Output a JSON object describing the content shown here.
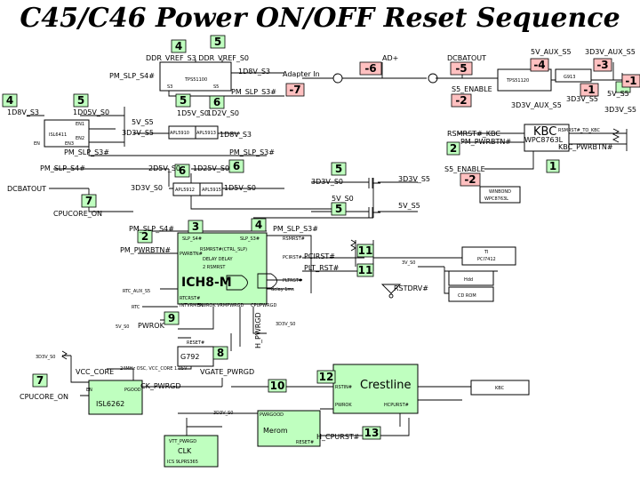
{
  "title": "C45/C46 Power ON/OFF Reset Sequence",
  "steps": {
    "s4_top": "4",
    "s5_top": "5",
    "s4_left": "4",
    "s5_left": "5",
    "s5_mid": "5",
    "s6_mid": "6",
    "s7_left": "7",
    "s6_b": "6",
    "s6_c": "6",
    "s5_center": "5",
    "s7_cpu": "7",
    "s5_vo": "5",
    "s3": "3",
    "s4_b": "4",
    "s2": "2",
    "s11_a": "11",
    "s11_b": "11",
    "s9": "9",
    "s8": "8",
    "s7_vcc": "7",
    "s10": "10",
    "s12": "12",
    "s13": "13",
    "neg6": "-6",
    "neg7": "-7",
    "neg5": "-5",
    "neg2_a": "-2",
    "neg4": "-4",
    "neg3": "-3",
    "neg1_a": "-1",
    "neg1_b": "-1",
    "kbc_2": "2",
    "kbc_1": "1",
    "neg2_b": "-2",
    "s5_sw": "5"
  },
  "labels": {
    "ddr_vref": "DDR_VREF_S3 DDR_VREF_S0",
    "pm_slp_s4_a": "PM_SLP_S4#",
    "tps51100": "TPS51100",
    "v1d8_s3_a": "1D8V_S3",
    "s3_pin": "S3",
    "s5_pin": "S5",
    "pm_slp_s3_a": "PM_SLP_S3#",
    "adapter_in": "Adapter In",
    "ad_plus": "AD+",
    "dcbatout_a": "DCBATOUT",
    "v5_aux_s5": "5V_AUX_S5",
    "v3d3_aux_s5_a": "3D3V_AUX_S5",
    "tps51120_a": "TPS51120",
    "s5_enable_a": "S5_ENABLE",
    "g913": "G913",
    "v5_s5_r": "5V_S5",
    "v3d3_s5_r": "3D3V_S5",
    "v3d3_aux_s5_b": "3D3V_AUX_S5",
    "v3d3_s5_r2": "3D3V_S5",
    "v1d8_s3_b": "1D8V_S3",
    "v1d05_s0": "1D05V_S0",
    "v1d5_s0": "1D5V_S0",
    "v1d2_s0": "1D2V_S0",
    "isl6411": "ISL6411",
    "pin_en1": "EN1",
    "pin_en2": "EN2",
    "pin_en3": "EN3",
    "pin_en": "EN",
    "v5_s5_m": "5V_S5",
    "v3d3_s5_m": "3D3V_S5",
    "apl5910_a": "APL5910",
    "apl5913": "APL5913",
    "v1d8_s3_c": "1D8V_S3",
    "pm_slp_s3_b": "PM_SLP_S3#",
    "pm_slp_s3_c": "PM_SLP_S3#",
    "pm_slp_s4_b": "PM_SLP_S4#",
    "v2d5_s0": "2D5V_S0",
    "v1d25_s0": "1D25V_S0",
    "v3d3_s0": "3D3V_S0",
    "apl5912": "APL5912",
    "apl5915": "APL5915",
    "v1d5_s0_b": "1D5V_S0",
    "dcbatout_b": "DCBATOUT",
    "cpucore_on_a": "CPUCORE_ON",
    "v3d3_s0_b": "3D3V_S0",
    "v3d3_s5_sw": "3D3V_S5",
    "v5_s0": "5V_S0",
    "v5_s5_sw": "5V_S5",
    "rsmrst_kbc": "RSMRST#_KBC",
    "pm_pwrbtn": "PM_PWRBTN#",
    "kbc": "KBC",
    "wpc8763l": "WPC8763L",
    "rsmrst_to_kbc": "RSMRST#_TO_KBC",
    "kbc_pwrbtn": "KBC_PWRBTN#",
    "s5_enable_b": "S5_ENABLE",
    "winbond": "WINBOND",
    "winbond_part": "WPC8763L",
    "pm_slp_s4_c": "PM_SLP_S4#",
    "pm_slp_s3_d": "PM_SLP_S3#",
    "slp_s4": "SLP_S4#",
    "slp_s3": "SLP_S3#",
    "pwrbtn_pin": "PWRBTN#",
    "pm_pwrbtn_b": "PM_PWRBTN#",
    "rsmrst": "RSMRST#",
    "pcirst_pin": "PCIRST#",
    "rsmrst_ctl": "RSMRST#(CTRL_SLP)",
    "delay": "DELAY DELAY",
    "rsmrst_2": "2 RSMRST",
    "ich8m": "ICH8-M",
    "pltrst_pin": "PLTRST#",
    "delay_1ms": "delay 1ms",
    "pcirst": "PCIRST#",
    "pltrst": "PLT_RST#",
    "ti": "TI",
    "pci7412": "PCI7412",
    "v3_s0": "3V_S0",
    "hdd": "Hdd",
    "cdrom": "CD ROM",
    "rstdrv": "RSTDRV#",
    "rtc_aux_s5": "RTC_AUX_S5",
    "rtc": "RTC",
    "rtcrst": "RTCRST#",
    "intvrmen": "INTVRMEN",
    "pwrok_pin": "PWROK",
    "vgate_pin": "VRMPWRGD",
    "h_pwrgd_pin": "CPUPWRGD",
    "v5_s0_b": "5V_S0",
    "pwrok": "PWROK",
    "h_pwrgd": "H_PWRGD",
    "v3d3_s0_c": "3D3V_S0",
    "resetb": "RESET#",
    "g792": "G792",
    "v3d3v_s0": "3D3V_S0",
    "vcc_core": "VCC_CORE",
    "g792_note": "24MHz OSC, VCC_CORE 1.05V",
    "vgate": "VGATE_PWRGD",
    "cpucore_on_b": "CPUCORE_ON",
    "isl_en": "EN",
    "isl_pgood": "PGOOD",
    "isl6262": "ISL6262",
    "ck_pwrgd": "CK_PWRGD",
    "v3d3_s0_d": "3D3V_S0",
    "vtt_pwrgd": "VTT_PWRGD",
    "clk": "CLK",
    "ics": "ICS 9LPRS365",
    "merom": "Merom",
    "merom_pwrgd": "PWRGOOD",
    "merom_reset": "RESET#",
    "h_cpurst": "H_CPURST#",
    "crestline": "Crestline",
    "pwrok_c": "PWROK",
    "rstin": "RSTIN#",
    "hcpurst_c": "HCPURST#",
    "kbc_r": "KBC"
  }
}
